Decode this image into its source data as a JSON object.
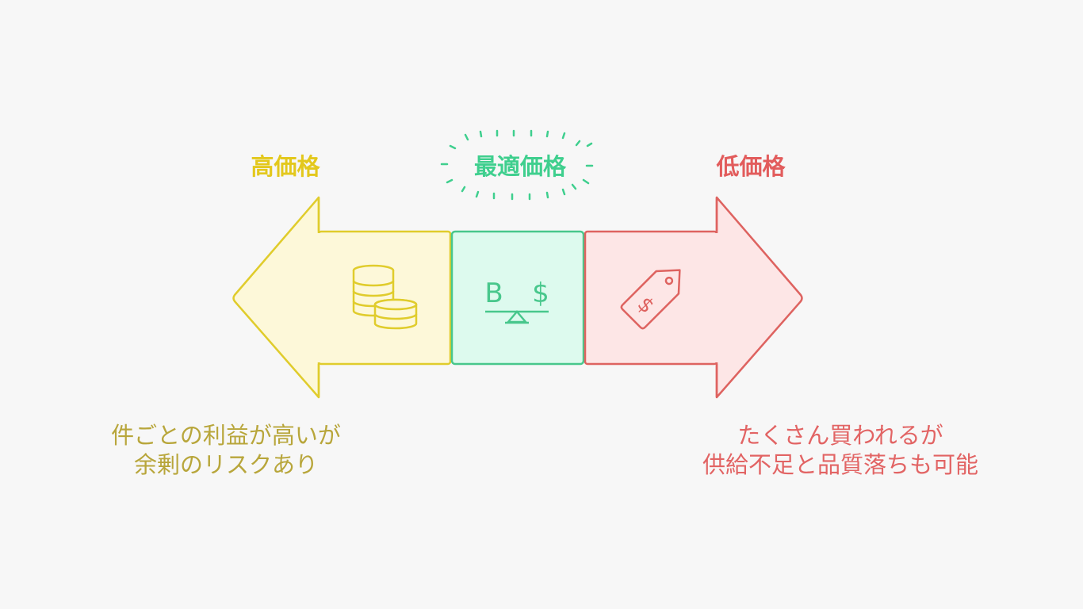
{
  "colors": {
    "high_stroke": "#e0cc2c",
    "high_fill": "#fdf8d9",
    "high_text": "#e3c81c",
    "high_caption": "#b8a63b",
    "optimal_stroke": "#48c78c",
    "optimal_fill": "#ddfaee",
    "optimal_text": "#3fcf8e",
    "low_stroke": "#de6360",
    "low_fill": "#fde6e6",
    "low_text": "#e25c5c",
    "low_caption": "#e26464"
  },
  "sections": {
    "high": {
      "title": "高価格",
      "icon": "coins-icon",
      "caption_lines": [
        "件ごとの利益が高いが",
        "余剰のリスクあり"
      ]
    },
    "optimal": {
      "title": "最適価格",
      "icon": "balance-scale-icon",
      "left_symbol": "B",
      "right_symbol": "$"
    },
    "low": {
      "title": "低価格",
      "icon": "price-tag-icon",
      "caption_lines": [
        "たくさん買われるが",
        "供給不足と品質落ちも可能"
      ]
    }
  }
}
